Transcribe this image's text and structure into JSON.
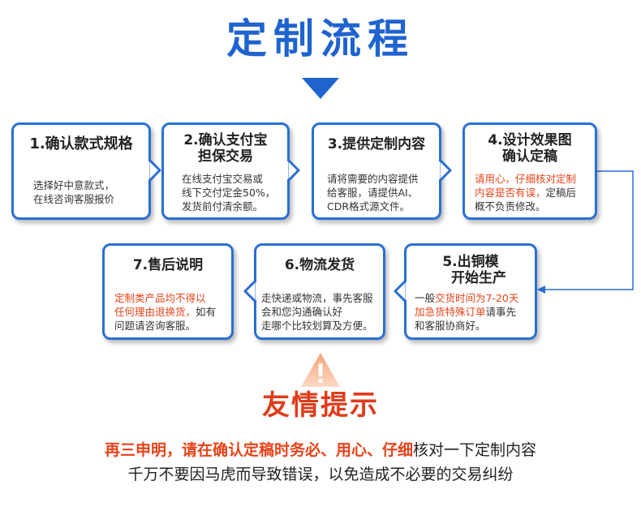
{
  "title": "定制流程",
  "steps": [
    {
      "title": "1.确认款式规格",
      "body": [
        "选择好中意款式，",
        "在线咨询客服报价"
      ]
    },
    {
      "title_line1": "2.确认支付宝",
      "title_line2": "担保交易",
      "body": [
        "在线支付宝交易或",
        "线下交付定金50%，",
        "发货前付清余额。"
      ]
    },
    {
      "title": "3.提供定制内容",
      "body": [
        "请将需要的内容提供",
        "给客服，请提供AI、",
        "CDR格式源文件。"
      ]
    },
    {
      "title_line1": "4.设计效果图",
      "title_line2": "确认定稿",
      "body_red_1": "请用心，仔细核对定制",
      "body_red_2": "内容是否有误，",
      "body_2_rest": "定稿后",
      "body_3": "概不负责修改。"
    },
    {
      "title_line1": "5.出铜模",
      "title_line2": "开始生产",
      "body_1_a": "一般",
      "body_1_red": "交货时间为7-20天",
      "body_2_red": "加急货特殊订单",
      "body_2_rest": "请事先",
      "body_3": "和客服协商好。"
    },
    {
      "title": "6.物流发货",
      "body": [
        "走快递或物流，事先客服",
        "会和您沟通确认好",
        "走哪个比较划算及方便。"
      ]
    },
    {
      "title": "7.售后说明",
      "body_red_1": "定制类产品均不得以",
      "body_red_2": "任何理由退换货，",
      "body_2_rest": "如有",
      "body_3": "问题请咨询客服。"
    }
  ],
  "warning": {
    "title": "友情提示",
    "line1_highlight": "再三申明，请在确认定稿时务必、用心、仔细",
    "line1_rest": "核对一下定制内容",
    "line2": "千万不要因马虎而导致错误，以免造成不必要的交易纠纷"
  },
  "colors": {
    "accent": "#2a6fd6",
    "title": "#1f63cf",
    "warning": "#e03c1a",
    "highlight": "#e8431a"
  }
}
